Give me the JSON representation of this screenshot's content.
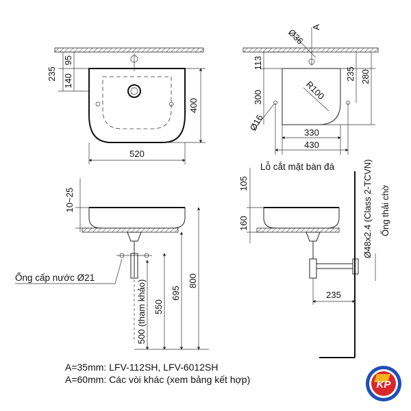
{
  "top_view": {
    "dims": {
      "d235": "235",
      "d95": "95",
      "d140": "140",
      "d400": "400",
      "d520": "520"
    }
  },
  "side_view": {
    "labels": {
      "a": "A",
      "d36": "Ø36",
      "d113": "113",
      "d300": "300",
      "d16": "Ø16",
      "r100": "R100",
      "d235": "235",
      "d280": "280",
      "d330": "330",
      "d430": "430"
    },
    "cutout_label": "Lỗ cắt mặt bàn đá"
  },
  "front_view": {
    "dims": {
      "d10_25": "10~25",
      "d800": "800",
      "d695": "695",
      "d550": "550"
    },
    "ref_label": "500 (tham khảo)",
    "water_pipe_label": "Ống cấp nước Ø21"
  },
  "right_view": {
    "dims": {
      "d105": "105",
      "d160": "160",
      "d235": "235"
    },
    "drain_label": "Ø48x2.4 (Class 2-TCVN)",
    "drain_label2": "Ống thải chờ"
  },
  "notes": [
    "A=35mm: LFV-112SH, LFV-6012SH",
    "A=60mm: Các vòi khác (xem bảng kết hợp)"
  ],
  "logo": {
    "text": "KP",
    "colors": {
      "red": "#d9262b",
      "blue": "#1f4fb8",
      "yellow": "#f6c21b"
    }
  }
}
